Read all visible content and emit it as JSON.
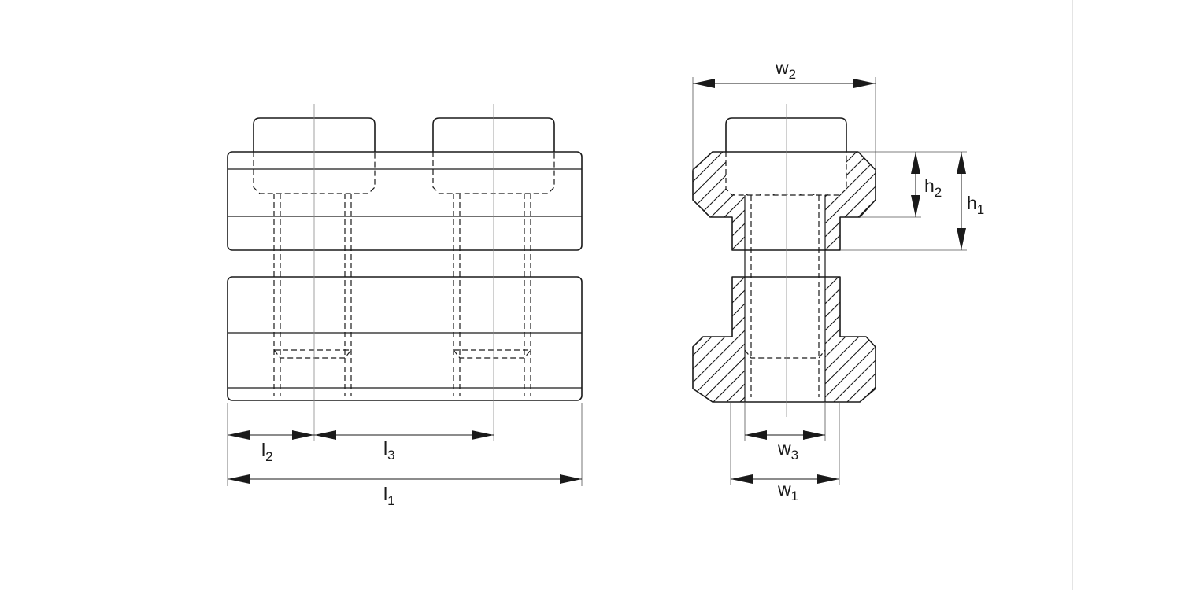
{
  "diagram": {
    "side_view": {
      "dimensions": {
        "l1": {
          "base": "l",
          "sub": "1"
        },
        "l2": {
          "base": "l",
          "sub": "2"
        },
        "l3": {
          "base": "l",
          "sub": "3"
        }
      }
    },
    "section_view": {
      "dimensions": {
        "w1": {
          "base": "w",
          "sub": "1"
        },
        "w2": {
          "base": "w",
          "sub": "2"
        },
        "w3": {
          "base": "w",
          "sub": "3"
        },
        "h1": {
          "base": "h",
          "sub": "1"
        },
        "h2": {
          "base": "h",
          "sub": "2"
        }
      }
    }
  }
}
